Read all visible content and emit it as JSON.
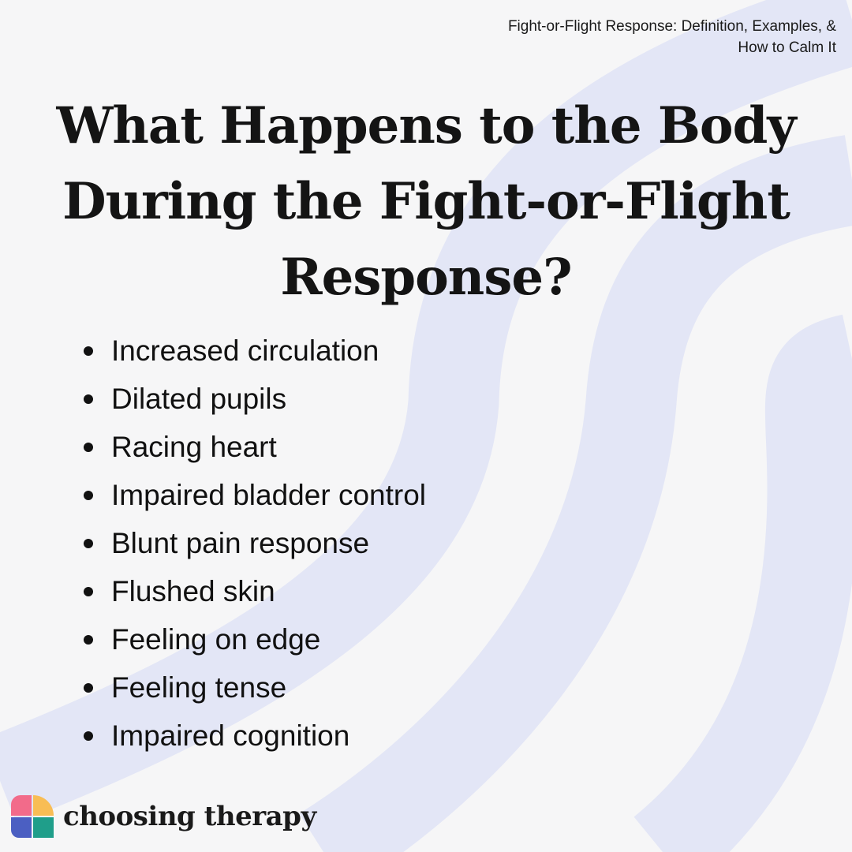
{
  "source_title": "Fight-or-Flight Response: Definition, Examples, & How to Calm It",
  "headline": "What Happens to the Body During the Fight-or-Flight Response?",
  "bullets": [
    "Increased circulation",
    "Dilated pupils",
    "Racing heart",
    "Impaired bladder control",
    "Blunt pain response",
    "Flushed skin",
    "Feeling on edge",
    "Feeling tense",
    "Impaired cognition"
  ],
  "brand": {
    "name": "choosing therapy",
    "logo_colors": [
      "#f26b8a",
      "#f8bd55",
      "#4b5fc2",
      "#1f9e8a"
    ]
  },
  "colors": {
    "background": "#f6f6f7",
    "decorative_arcs": "#e3e6f6",
    "text": "#141414"
  }
}
